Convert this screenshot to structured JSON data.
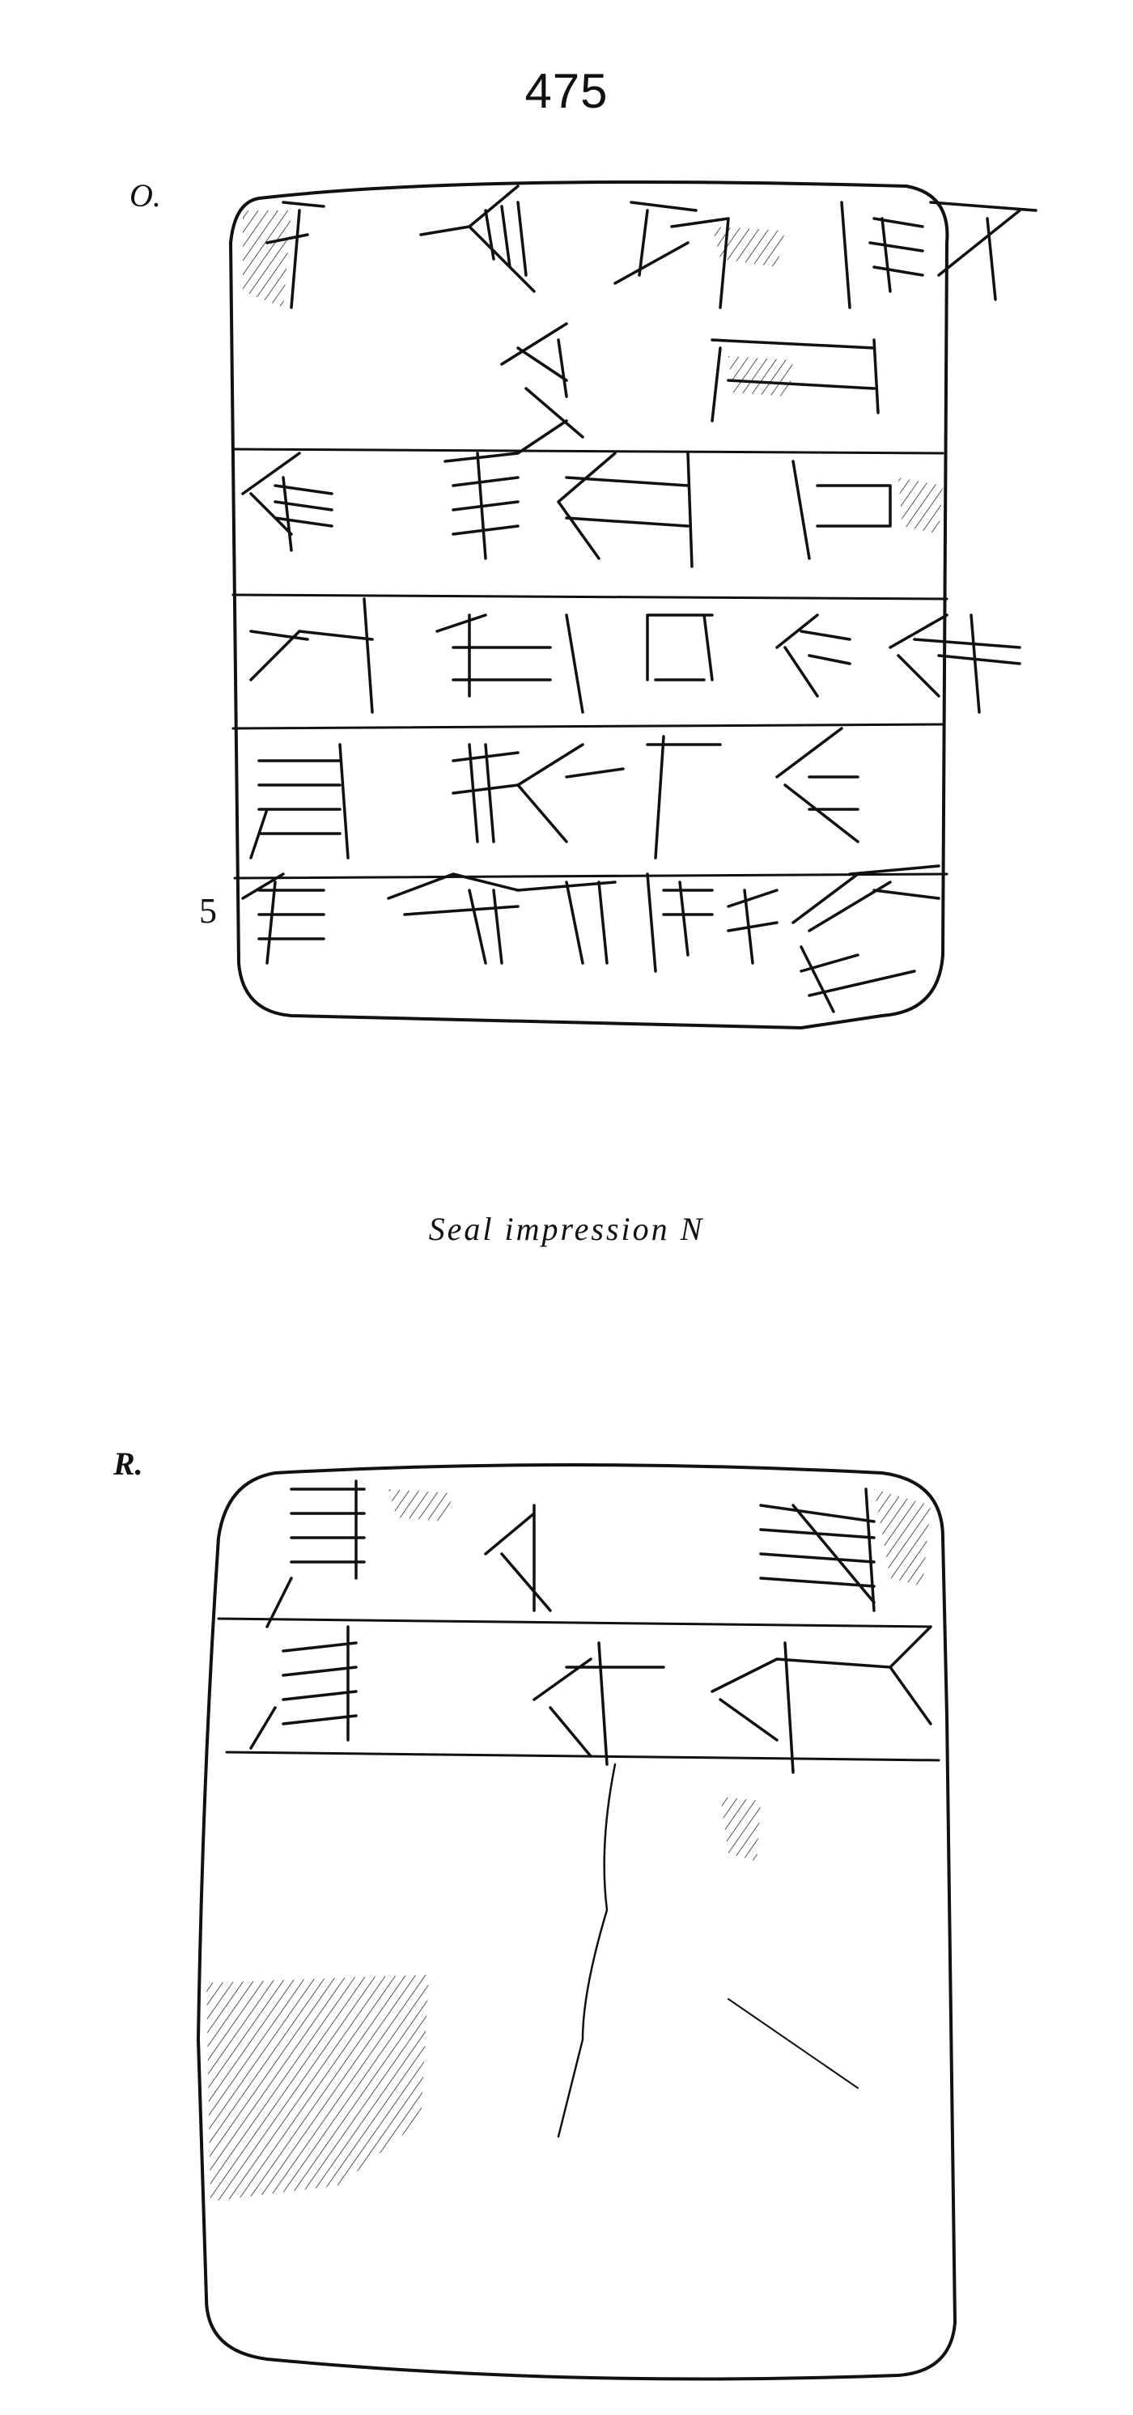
{
  "page": {
    "number": "475",
    "obverse_label": "O.",
    "reverse_label": "R.",
    "line_number": "5",
    "caption": "Seal impression  N"
  },
  "drawing": {
    "ink_color": "#111111",
    "hatch_color": "#555555",
    "background": "#ffffff"
  }
}
